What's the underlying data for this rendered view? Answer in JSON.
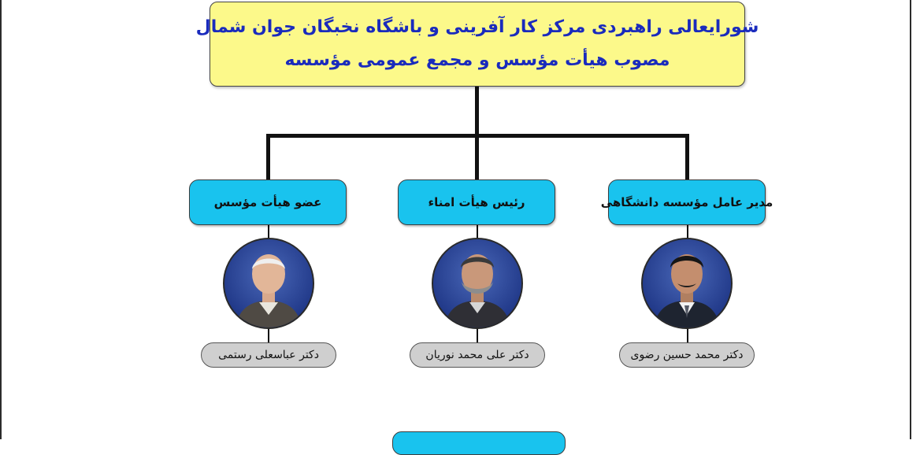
{
  "title": {
    "line1": "شورایعالی راهبردی مرکز کار آفرینی و باشگاه نخبگان جوان شمال",
    "line2": "مصوب هیأت مؤسس و مجمع عمومی مؤسسه"
  },
  "members": [
    {
      "role": "عضو هیأت مؤسس",
      "name": "دکتر عباسعلی رستمی",
      "portrait_icon": "portrait-photo"
    },
    {
      "role": "رئیس هیأت امناء",
      "name": "دکتر علی محمد نوریان",
      "portrait_icon": "portrait-photo"
    },
    {
      "role": "مدیر عامل مؤسسه دانشگاهی",
      "name": "دکتر محمد حسین رضوی",
      "portrait_icon": "portrait-photo"
    }
  ],
  "colors": {
    "title_background": "#fcf98a",
    "title_text": "#1a2bbd",
    "role_box": "#19c3ee",
    "name_pill": "#cfcfcf",
    "portrait_background": "#223a8a"
  }
}
